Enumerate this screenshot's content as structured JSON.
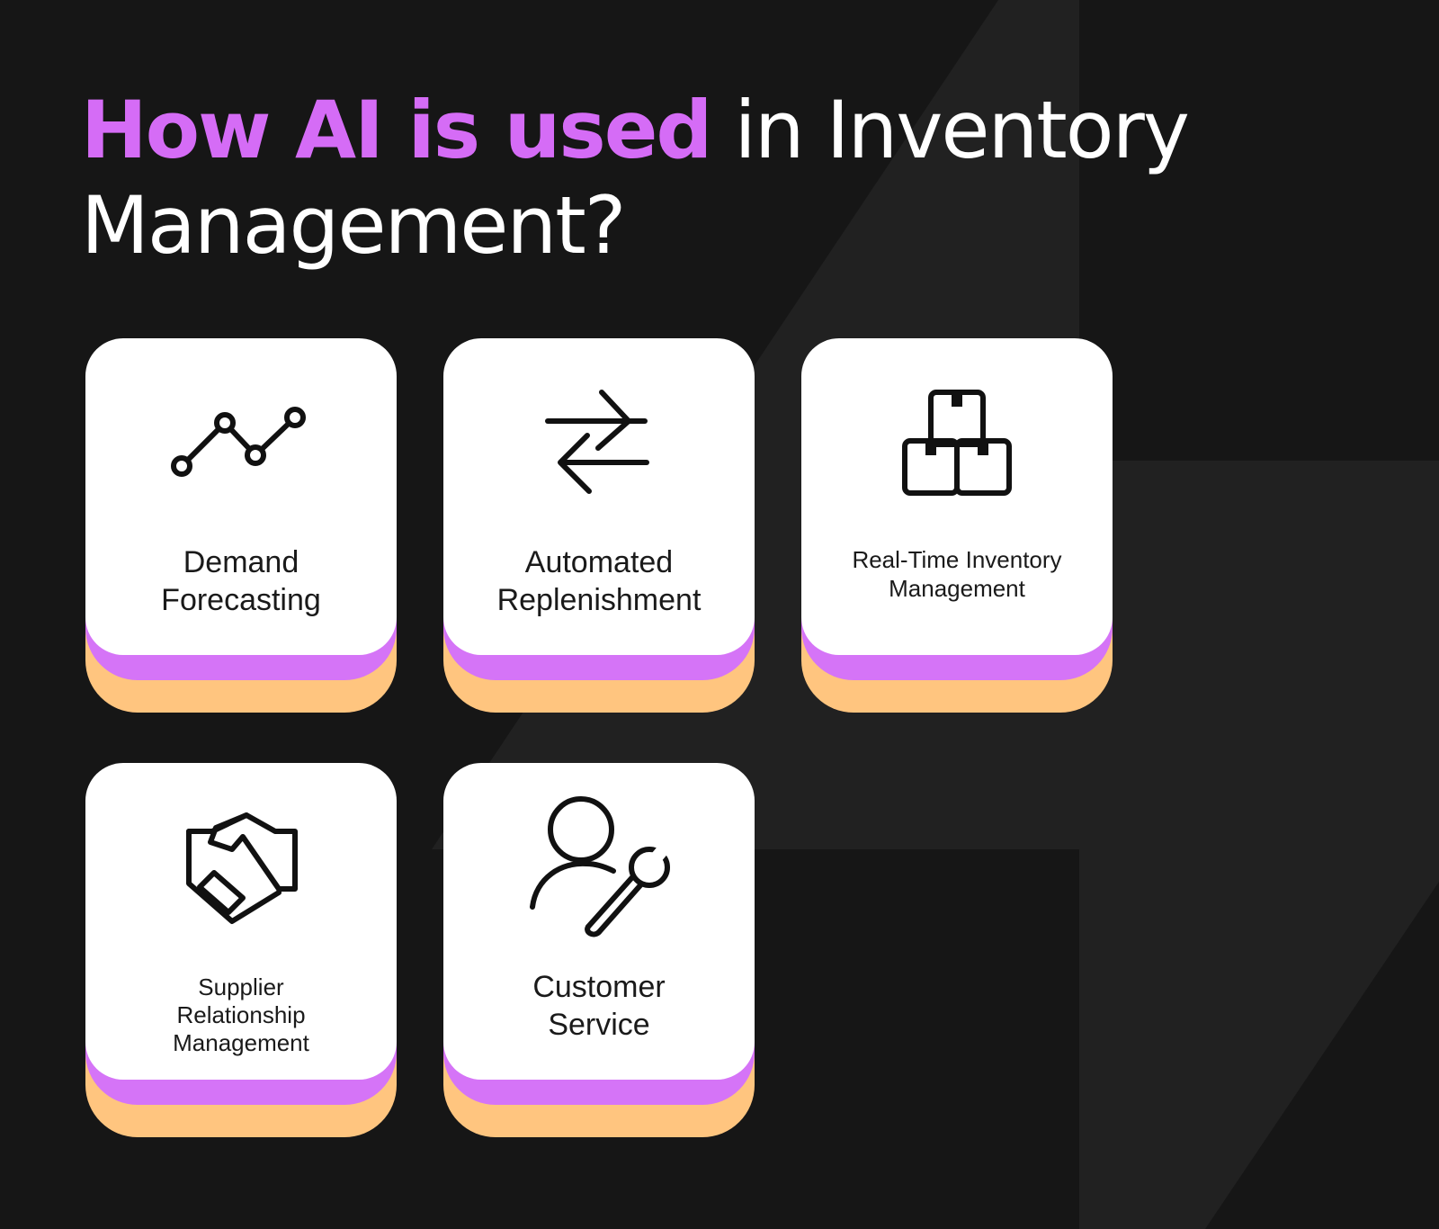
{
  "title": {
    "accent": "How AI is used",
    "rest": "in Inventory Management?"
  },
  "colors": {
    "background": "#161616",
    "accent": "#d56cf6",
    "card": "#ffffff",
    "card_stripe_purple": "#d574f7",
    "card_stripe_orange": "#ffc57f"
  },
  "cards": [
    {
      "icon": "line-chart-icon",
      "label_lines": [
        "Demand",
        "Forecasting"
      ]
    },
    {
      "icon": "exchange-arrows-icon",
      "label_lines": [
        "Automated",
        "Replenishment"
      ]
    },
    {
      "icon": "stacked-boxes-icon",
      "label_lines": [
        "Real-Time Inventory",
        "Management"
      ]
    },
    {
      "icon": "handshake-icon",
      "label_lines": [
        "Supplier",
        "Relationship",
        "Management"
      ]
    },
    {
      "icon": "user-wrench-icon",
      "label_lines": [
        "Customer",
        "Service"
      ]
    }
  ]
}
